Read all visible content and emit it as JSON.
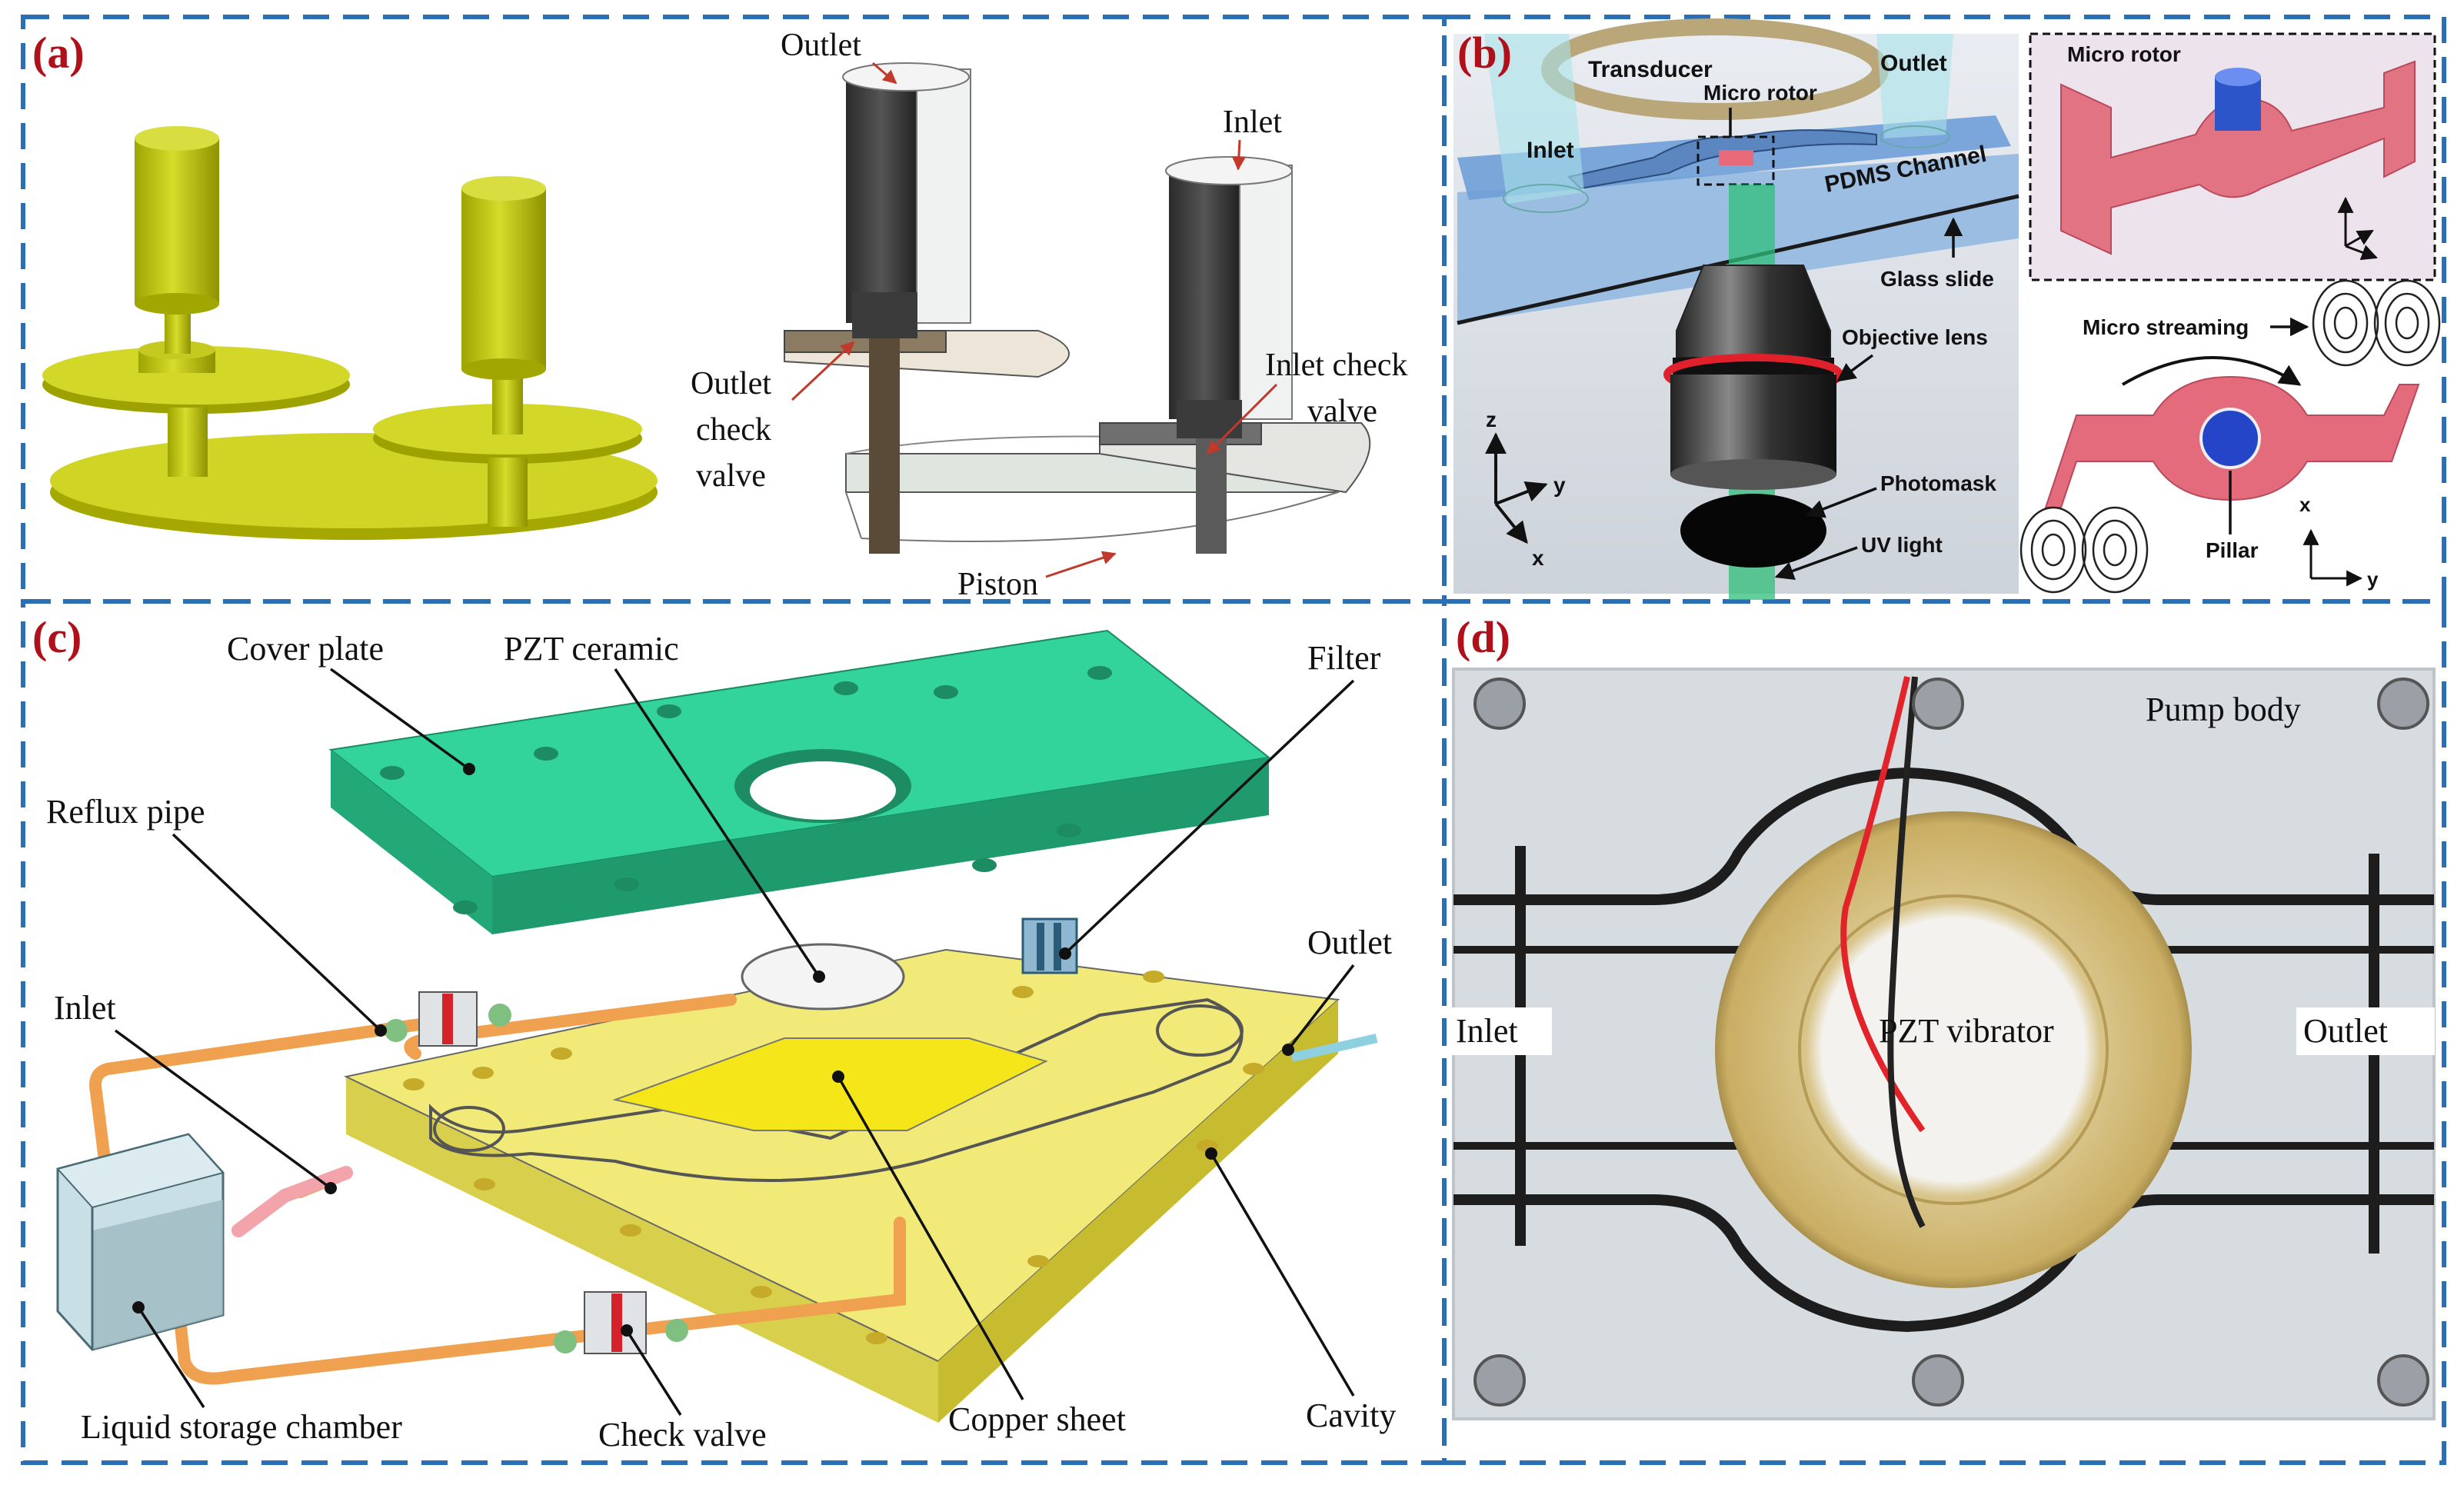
{
  "panels": {
    "a": {
      "tag": "(a)",
      "labels": {
        "outlet": "Outlet",
        "inlet": "Inlet",
        "outlet_check_valve": [
          "Outlet",
          "check",
          "valve"
        ],
        "inlet_check_valve": [
          "Inlet check",
          "valve"
        ],
        "piston": "Piston"
      }
    },
    "b": {
      "tag": "(b)",
      "labels": {
        "transducer": "Transducer",
        "micro_rotor": "Micro rotor",
        "outlet": "Outlet",
        "inlet": "Inlet",
        "pdms_channel": "PDMS Channel",
        "glass_slide": "Glass slide",
        "objective_lens": "Objective lens",
        "photomask": "Photomask",
        "uv_light": "UV light",
        "inset_micro_rotor": "Micro rotor",
        "micro_streaming": "Micro streaming",
        "pillar": "Pillar"
      },
      "axes": {
        "z": "z",
        "y": "y",
        "x": "x"
      }
    },
    "c": {
      "tag": "(c)",
      "labels": {
        "cover_plate": "Cover plate",
        "pzt_ceramic": "PZT ceramic",
        "filter": "Filter",
        "reflux_pipe": "Reflux pipe",
        "outlet": "Outlet",
        "inlet": "Inlet",
        "liquid_storage_chamber": "Liquid storage chamber",
        "check_valve": "Check valve",
        "copper_sheet": "Copper sheet",
        "cavity": "Cavity"
      }
    },
    "d": {
      "tag": "(d)",
      "labels": {
        "pump_body": "Pump body",
        "inlet": "Inlet",
        "pzt_vibrator": "PZT vibrator",
        "outlet": "Outlet"
      }
    }
  },
  "colors": {
    "border": "#2a6fb3",
    "panel_tag": "#b0101a",
    "yellow_green": "#c8cc1a",
    "cover_plate": "#2fd49a",
    "pump_base": "#f2ea78",
    "copper_sheet": "#f5e61a"
  }
}
